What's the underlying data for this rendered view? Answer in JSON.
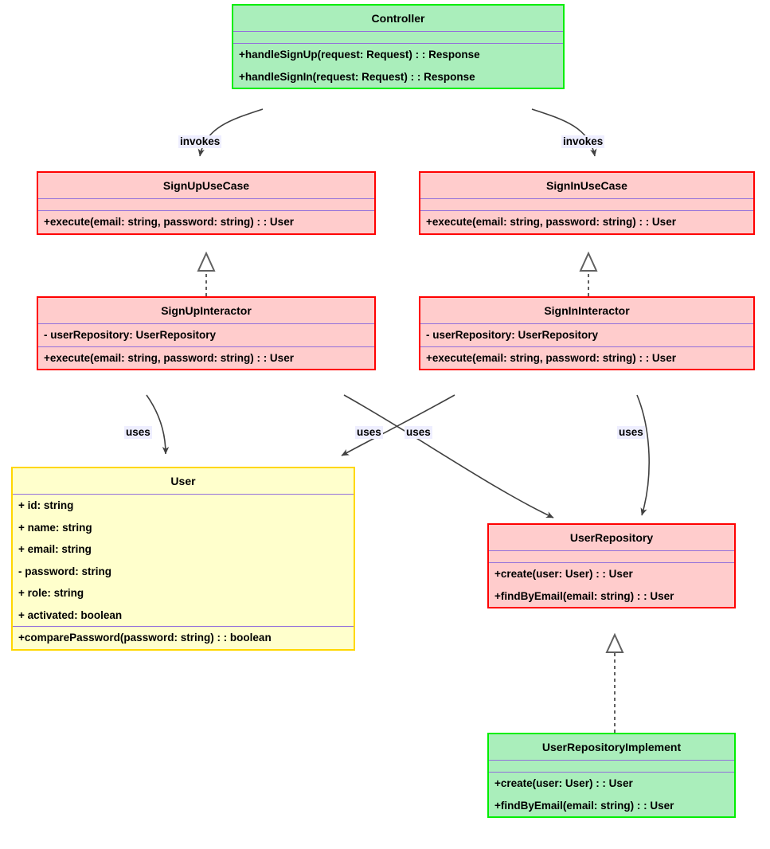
{
  "diagram": {
    "title": "Authentication UML Class Diagram",
    "type": "uml-class-diagram",
    "background": "#ffffff",
    "palette": {
      "green_fill": "#aaeebb",
      "green_border": "#00ee00",
      "red_fill": "#ffcccc",
      "red_border": "#ff0000",
      "yellow_fill": "#ffffcc",
      "yellow_border": "#ffd700",
      "separator": "#9370db",
      "edge": "#404040",
      "label_bg": "#eeeeff"
    }
  },
  "classes": {
    "controller": {
      "name": "Controller",
      "color": "green",
      "attributes": [],
      "methods": [
        "+handleSignUp(request: Request) : : Response",
        "+handleSignIn(request: Request) : : Response"
      ]
    },
    "sign_up_use_case": {
      "name": "SignUpUseCase",
      "color": "red",
      "attributes": [],
      "methods": [
        "+execute(email: string, password: string) : : User"
      ]
    },
    "sign_in_use_case": {
      "name": "SignInUseCase",
      "color": "red",
      "attributes": [],
      "methods": [
        "+execute(email: string, password: string) : : User"
      ]
    },
    "sign_up_interactor": {
      "name": "SignUpInteractor",
      "color": "red",
      "attributes": [
        "- userRepository: UserRepository"
      ],
      "methods": [
        "+execute(email: string, password: string) : : User"
      ]
    },
    "sign_in_interactor": {
      "name": "SignInInteractor",
      "color": "red",
      "attributes": [
        "- userRepository: UserRepository"
      ],
      "methods": [
        "+execute(email: string, password: string) : : User"
      ]
    },
    "user": {
      "name": "User",
      "color": "yellow",
      "attributes": [
        "+ id: string",
        "+ name: string",
        "+ email: string",
        "- password: string",
        "+ role: string",
        "+ activated: boolean"
      ],
      "methods": [
        "+comparePassword(password: string) : : boolean"
      ]
    },
    "user_repository": {
      "name": "UserRepository",
      "color": "red",
      "attributes": [],
      "methods": [
        "+create(user: User) : : User",
        "+findByEmail(email: string) : : User"
      ]
    },
    "user_repository_implement": {
      "name": "UserRepositoryImplement",
      "color": "green",
      "attributes": [],
      "methods": [
        "+create(user: User) : : User",
        "+findByEmail(email: string) : : User"
      ]
    }
  },
  "edge_labels": {
    "invokes_signup": "invokes",
    "invokes_signin": "invokes",
    "uses_signup_user": "uses",
    "uses_signin_user": "uses",
    "uses_signup_repo": "uses",
    "uses_signin_repo": "uses"
  },
  "relationships": [
    {
      "from": "Controller",
      "to": "SignUpUseCase",
      "label": "invokes",
      "style": "solid-arrow"
    },
    {
      "from": "Controller",
      "to": "SignInUseCase",
      "label": "invokes",
      "style": "solid-arrow"
    },
    {
      "from": "SignUpInteractor",
      "to": "SignUpUseCase",
      "label": "",
      "style": "dashed-hollow-triangle"
    },
    {
      "from": "SignInInteractor",
      "to": "SignInUseCase",
      "label": "",
      "style": "dashed-hollow-triangle"
    },
    {
      "from": "SignUpInteractor",
      "to": "User",
      "label": "uses",
      "style": "solid-arrow"
    },
    {
      "from": "SignUpInteractor",
      "to": "UserRepository",
      "label": "uses",
      "style": "solid-arrow"
    },
    {
      "from": "SignInInteractor",
      "to": "User",
      "label": "uses",
      "style": "solid-arrow"
    },
    {
      "from": "SignInInteractor",
      "to": "UserRepository",
      "label": "uses",
      "style": "solid-arrow"
    },
    {
      "from": "UserRepositoryImplement",
      "to": "UserRepository",
      "label": "",
      "style": "dashed-hollow-triangle"
    }
  ]
}
